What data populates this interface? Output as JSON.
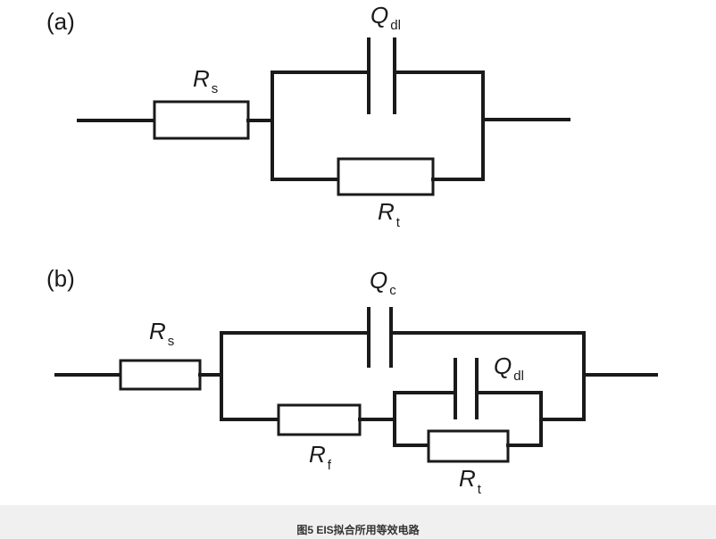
{
  "panels": {
    "a": {
      "label": "(a)",
      "components": [
        {
          "id": "Rs",
          "symbol": "R",
          "sub": "s",
          "kind": "resistor"
        },
        {
          "id": "Qdl",
          "symbol": "Q",
          "sub": "dl",
          "kind": "constant-phase-element"
        },
        {
          "id": "Rt",
          "symbol": "R",
          "sub": "t",
          "kind": "resistor"
        }
      ]
    },
    "b": {
      "label": "(b)",
      "components": [
        {
          "id": "Rs",
          "symbol": "R",
          "sub": "s",
          "kind": "resistor"
        },
        {
          "id": "Qc",
          "symbol": "Q",
          "sub": "c",
          "kind": "constant-phase-element"
        },
        {
          "id": "Rf",
          "symbol": "R",
          "sub": "f",
          "kind": "resistor"
        },
        {
          "id": "Qdl",
          "symbol": "Q",
          "sub": "dl",
          "kind": "constant-phase-element"
        },
        {
          "id": "Rt",
          "symbol": "R",
          "sub": "t",
          "kind": "resistor"
        }
      ]
    }
  },
  "caption": "图5   EIS拟合所用等效电路"
}
